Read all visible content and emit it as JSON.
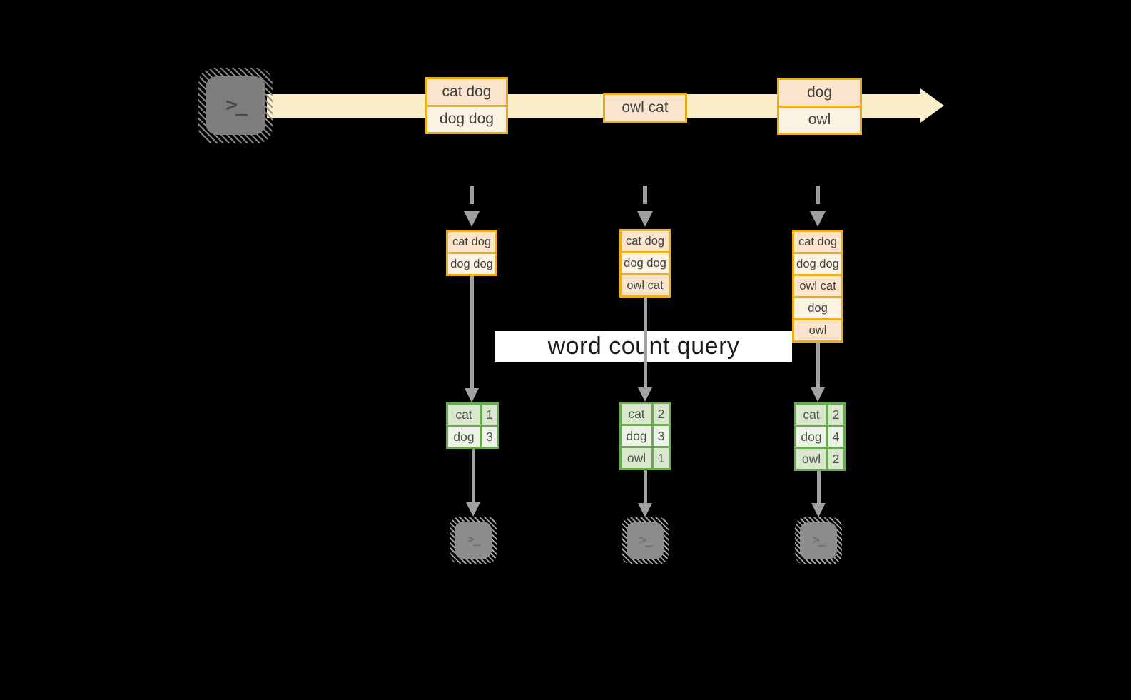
{
  "banner": {
    "label": "word count query"
  },
  "icons": {
    "terminal_prompt": ">_"
  },
  "colors": {
    "background": "#000000",
    "stream_band": "#FAEFC8",
    "record_border": "#F1AF17",
    "record_fill_dark": "#FCE5CD",
    "record_fill_light": "#FDF3E3",
    "table_border": "#6BAB4F",
    "table_fill_dark": "#D9E7CC",
    "table_fill_light": "#EDF3E7",
    "arrow_gray": "#9F9F9F",
    "terminal_gray": "#7D7D7D"
  },
  "stream": {
    "records": [
      {
        "cells": [
          "cat dog",
          "dog dog"
        ]
      },
      {
        "cells": [
          "owl cat"
        ]
      },
      {
        "cells": [
          "dog",
          "owl"
        ]
      }
    ]
  },
  "columns": [
    {
      "log": [
        "cat dog",
        "dog dog"
      ],
      "counts": [
        {
          "word": "cat",
          "count": "1"
        },
        {
          "word": "dog",
          "count": "3"
        }
      ]
    },
    {
      "log": [
        "cat dog",
        "dog dog",
        "owl cat"
      ],
      "counts": [
        {
          "word": "cat",
          "count": "2"
        },
        {
          "word": "dog",
          "count": "3"
        },
        {
          "word": "owl",
          "count": "1"
        }
      ]
    },
    {
      "log": [
        "cat dog",
        "dog dog",
        "owl cat",
        "dog",
        "owl"
      ],
      "counts": [
        {
          "word": "cat",
          "count": "2"
        },
        {
          "word": "dog",
          "count": "4"
        },
        {
          "word": "owl",
          "count": "2"
        }
      ]
    }
  ]
}
